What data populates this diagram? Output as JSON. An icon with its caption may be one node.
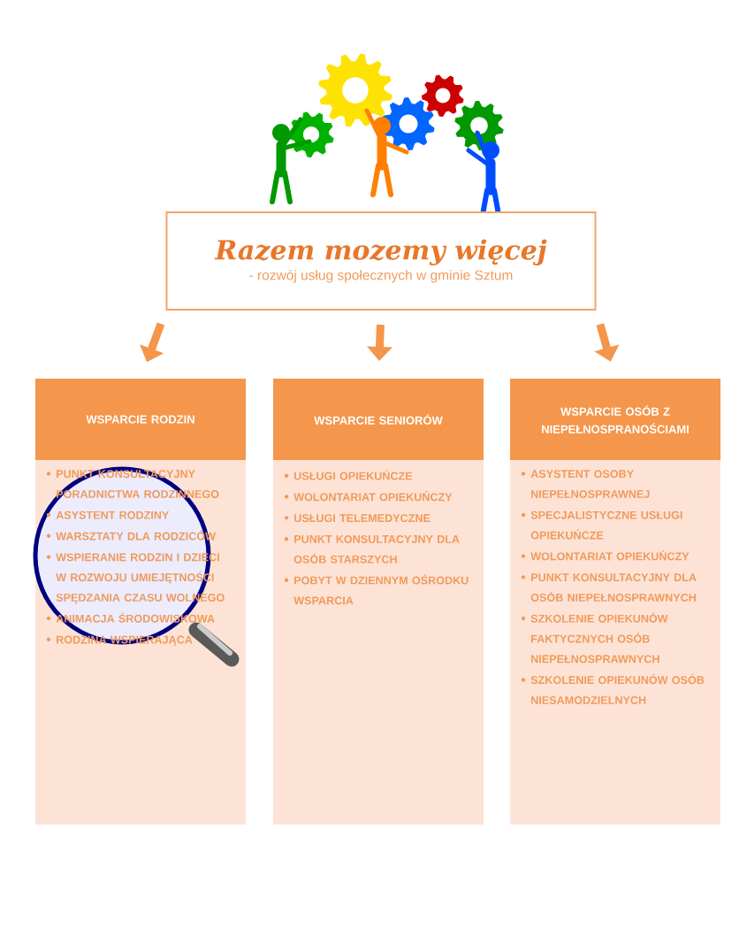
{
  "diagram": {
    "nodes": [
      {
        "text": [
          "Razem mozemy więcej",
          "- rozwój usług społecznych w gminie Sztum"
        ]
      },
      {
        "text": [
          "WSPARCIE RODZIN",
          "PUNKT KONSULTACYJNY PORADNICTWA RODZINNEGO",
          "ASYSTENT RODZINY",
          "WARSZTATY DLA RODZICÓW",
          "WSPIERANIE RODZIN I DZIECI W ROZWOJU UMIEJĘTNOŚCI SPĘDZANIA CZASU WOLNEGO",
          "ANIMACJA ŚRODOWISKOWA",
          "RODZINA WSPIERAJĄCA"
        ]
      },
      {
        "text": [
          "WSPARCIE SENIORÓW",
          "USŁUGI OPIEKUŃCZE",
          "WOLONTARIAT OPIEKUŃCZY",
          "USŁUGI TELEMEDYCZNE",
          "PUNKT KONSULTACYJNY DLA OSÓB STARSZYCH",
          "POBYT W DZIENNYM OŚRODKU WSPARCIA"
        ]
      },
      {
        "text": [
          "WSPARCIE OSÓB Z NIEPEŁNOSPRANOŚCIAMI",
          "ASYSTENT OSOBY NIEPEŁNOSPRAWNEJ",
          "SPECJALISTYCZNE USŁUGI OPIEKUŃCZE",
          "WOLONTARIAT OPIEKUŃCZY",
          "PUNKT KONSULTACYJNY DLA OSÓB NIEPEŁNOSPRAWNYCH",
          "SZKOLENIE OPIEKUNÓW FAKTYCZNYCH OSÓB NIEPEŁNOSPRAWNYCH",
          "SZKOLENIE OPIEKUNÓW OSÓB NIESAMODZIELNYCH"
        ]
      }
    ],
    "edges": [
      {
        "from": 0,
        "to": 1,
        "arrow": "to"
      },
      {
        "from": 0,
        "to": 2,
        "arrow": "to"
      },
      {
        "from": 0,
        "to": 3,
        "arrow": "to"
      }
    ]
  }
}
